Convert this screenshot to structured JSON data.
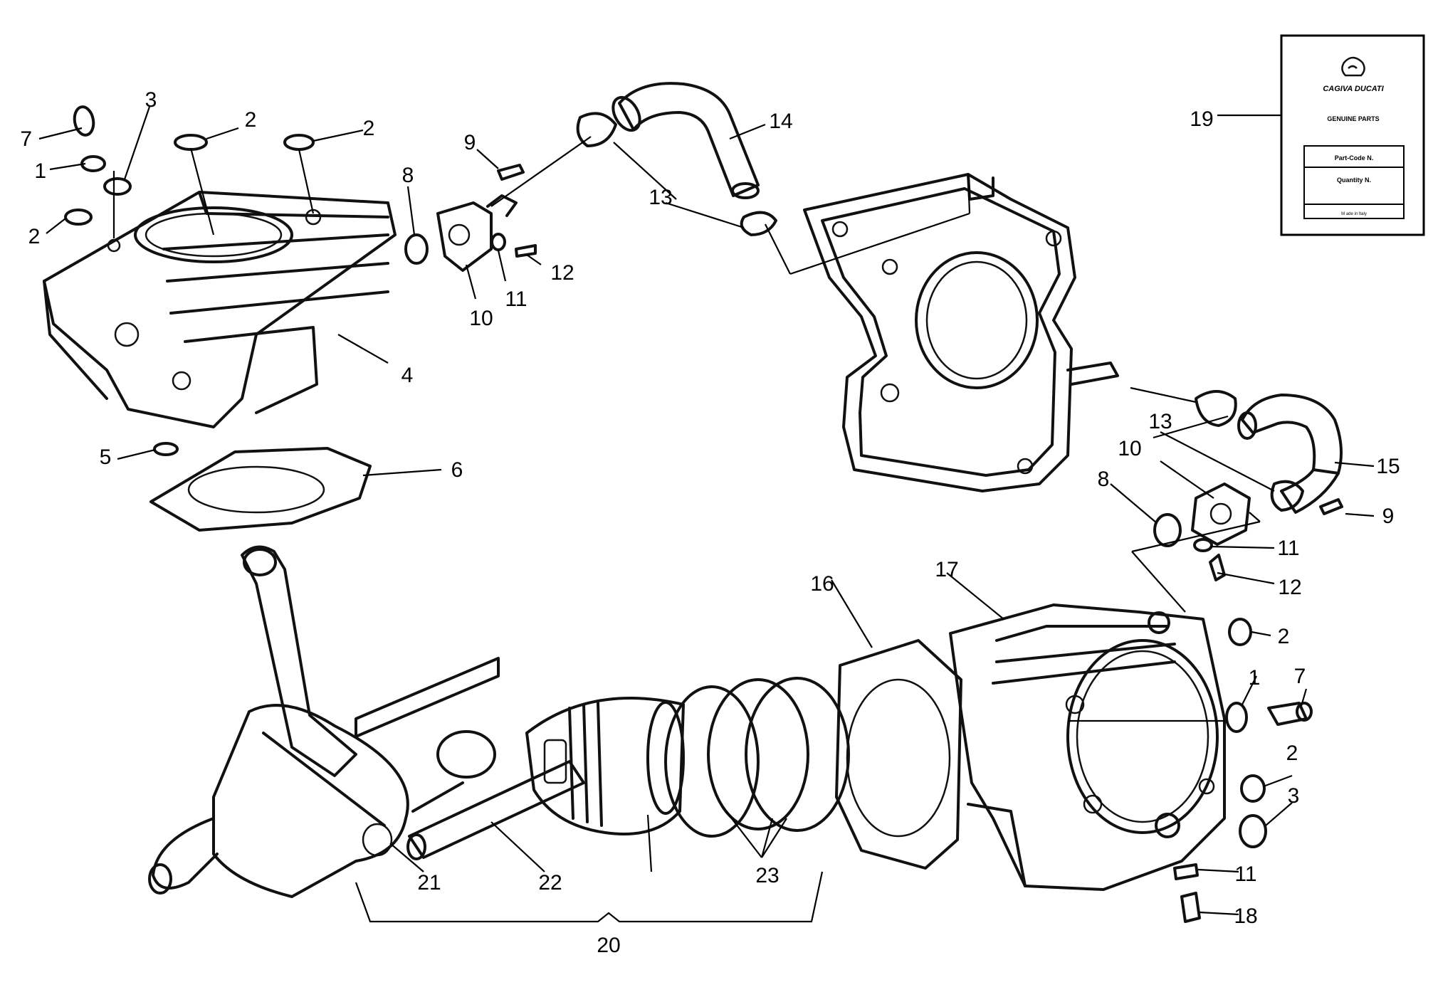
{
  "callouts": [
    "1",
    "2",
    "3",
    "4",
    "5",
    "6",
    "7",
    "8",
    "9",
    "10",
    "11",
    "12",
    "13",
    "14",
    "15",
    "16",
    "17",
    "18",
    "19",
    "20",
    "21",
    "22",
    "23"
  ],
  "card": {
    "brand": "CAGIVA DUCATI",
    "subtitle": "GENUINE PARTS",
    "field_1": "Part-Code N.",
    "field_2": "Quantity N.",
    "footer": "M ade in Italy"
  }
}
